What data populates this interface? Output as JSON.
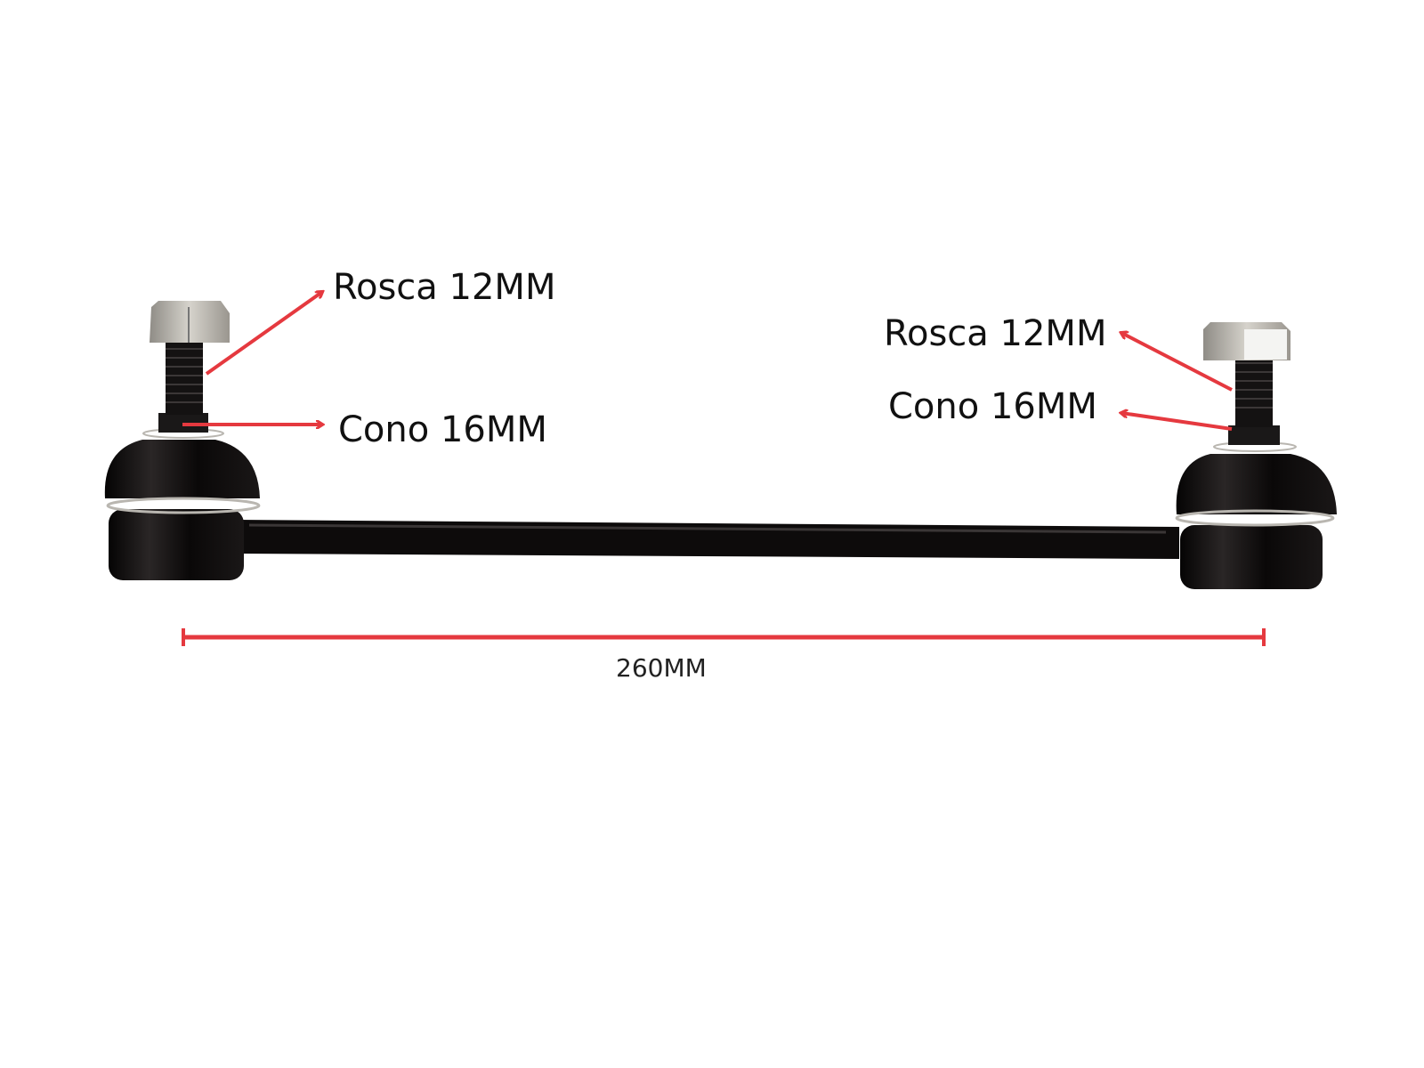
{
  "annotations": {
    "left_thread": "Rosca 12MM",
    "left_cone": "Cono 16MM",
    "right_thread": "Rosca 12MM",
    "right_cone": "Cono 16MM",
    "length": "260MM"
  },
  "colors": {
    "arrow": "#e5393f",
    "part": "#0d0b0b",
    "nut": "#b9b6b0",
    "background": "#ffffff"
  }
}
